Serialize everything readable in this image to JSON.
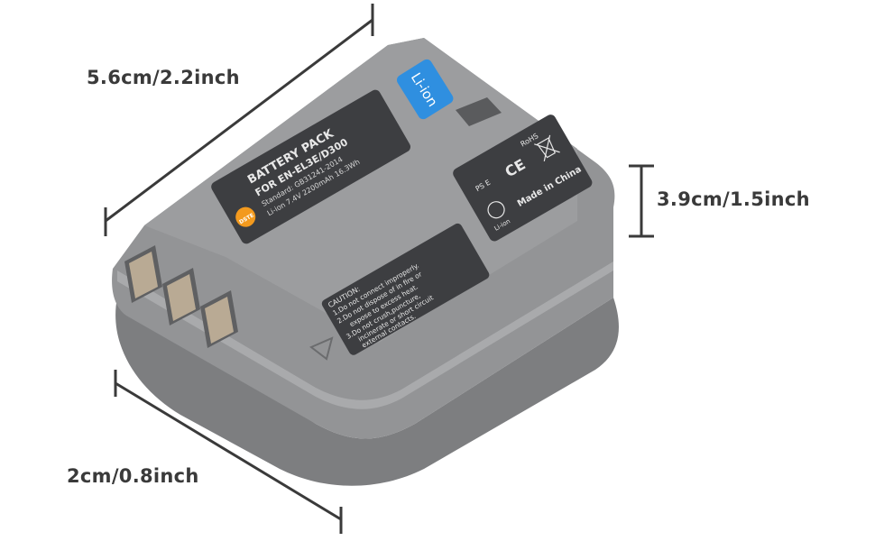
{
  "dimensions": {
    "length": "5.6cm/2.2inch",
    "height": "3.9cm/1.5inch",
    "depth": "2cm/0.8inch"
  },
  "label": {
    "chemistry_tag": "Li-ion",
    "brand": "DSTE",
    "title": "BATTERY PACK",
    "model": "FOR EN-EL3E/D300",
    "standard": "Standard: GB31241-2014",
    "specs": "Li-ion 7.4V 2200mAh 16.3Wh",
    "rohs": "RoHS",
    "ce": "CE",
    "pse": "PS E",
    "recycle": "Li-ion",
    "origin": "Made in China",
    "caution_title": "CAUTION:",
    "caution_lines": [
      "1.Do not connect improperly.",
      "2.Do not dispose of in fire or",
      "expose to excess heat.",
      "3.Do not crush,puncture,",
      "incinerate or short circuit",
      "external contacts."
    ]
  },
  "colors": {
    "body": "#8f9092",
    "body_light": "#a7a8aa",
    "body_dark": "#6e6f71",
    "label": "#3d3e41",
    "tag": "#2f8fe0",
    "terminal": "#b9aa94"
  }
}
